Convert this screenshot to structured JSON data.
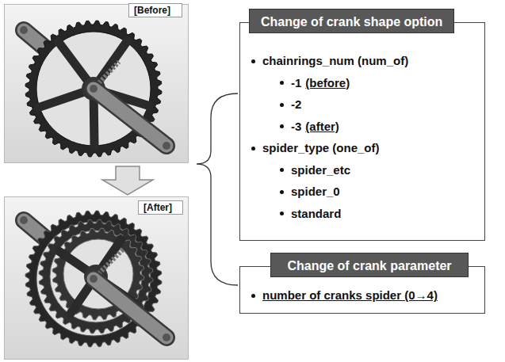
{
  "diagram": {
    "nodes": [
      {
        "text": [
          "[Before]"
        ]
      },
      {
        "text": [
          "[After]"
        ]
      },
      {
        "text": [
          "chainrings_num (num_of)",
          "-1",
          "(before)",
          "-2",
          "-3",
          "(after)",
          "spider_type (one_of)",
          "spider_etc",
          "spider_0",
          "standard"
        ]
      },
      {
        "text": [
          "Change of crank shape option"
        ],
        "in": 2
      },
      {
        "text": [
          "number of cranks spider (0→4)"
        ]
      },
      {
        "text": [
          "Change of crank parameter"
        ],
        "in": 4
      }
    ]
  }
}
